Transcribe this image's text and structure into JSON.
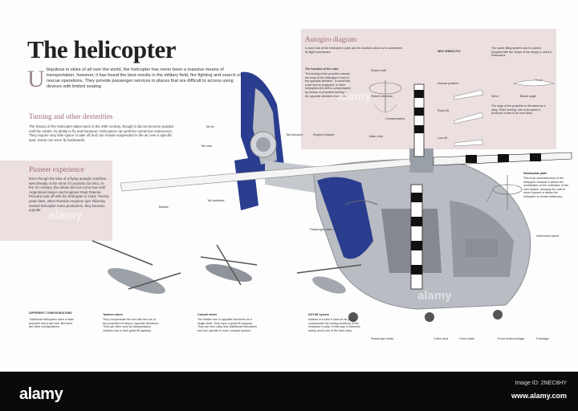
{
  "title": "The helicopter",
  "intro": "biquitous in skies of all over the world, the helicopter has never been a massive means of transportation, however, it has found the best results in the military field, fire fighting and search or rescue operations. They provide passenger services in places that are difficult to access using devices with limited seating.",
  "intro_dropcap": "U",
  "turning": {
    "heading": "Turning and other dexterities",
    "text": "The history of the helicopter dates back to the 20th century, though it did not become popular until the 1940s. Its ability to fly and transport, helicopters can perform numerous maneuvers. They require very little space to take off and can remain suspended in the air over a specific spot. Some can even fly backwards."
  },
  "pioneer": {
    "heading": "Pioneer experience",
    "text": "Even though the idea of a flying autogiro machine was already in the mind of Leonardo da Vinci, in the XV century, the dream did not come true until Argentinian lawyer and engineer Raúl Pateras Pescara took off with his helicopter in 1919. Twenty years later, when Russian engineer Igor Sikorsky started helicopter mass production, they became popular."
  },
  "autogiro": {
    "heading": "Autogiro diagram",
    "intro": "A close look at the helicopter's parts and its functions allow us to understand its flight mechanism.",
    "rotor_heading": "The function of the rotor",
    "rotor_text": "The turning of the propeller causes the body of the helicopter to turn in the opposite direction. To avoid this, a tail rotor is employed. In other helicopters the drift is compensated by means of propellers turning in the opposite direction of air cells.",
    "wings_heading": "WHY WINGS FLY",
    "wings_text": "The same lifting system used in planes (inspired with the shape of the wings) is used in helicopters.",
    "diagram_labels": [
      "Rotor's drift",
      "Rotor's direction",
      "Compensation",
      "Normal position",
      "Rotor lift",
      "Low lift",
      "Wind",
      "Blade angle",
      "Chord"
    ],
    "edge_text": "The edge of the propeller is the same as a wing. When turning, due to its speed it produces a flow of air over them."
  },
  "parts": [
    "Tail fin",
    "Tail rotor",
    "Tail structure",
    "Engine exhaust",
    "Main rotor",
    "Tail stabilizer",
    "Blades",
    "Passenger cabin door",
    "Instrument panel",
    "Passenger seats",
    "Cabin door",
    "Crew seats",
    "Front undercarriage",
    "Fuselage"
  ],
  "swashplate": {
    "heading": "Swashplate plate",
    "text": "This is an essential piece of the helicopter because it allows the modification of the inclination of the rotor blades, allowing the craft to move forward or allows the helicopter to remain stationary."
  },
  "configs": {
    "heading": "DIFFERENT CONFIGURATIONS",
    "text": "Traditional helicopters have a main propeller and a tail rotor. But there are other configurations.",
    "tandem": {
      "title": "Tandem rotors",
      "text": "They compensate the turn with the use of two propellers turning in opposite directions. They are often used as transportation vehicles due to their great lift capacity."
    },
    "coaxial": {
      "title": "Coaxial rotors",
      "text": "The blades turn in opposite directions on a single shaft. They have a great lift capacity. They are less noisy than traditional helicopters and can operate in more compact spaces."
    },
    "notar": {
      "title": "NOTAR system",
      "text": "Instead of a rotor it uses an air jet to compensate the turning tendency of the helicopter's body. In this way, it improves safety and is one of the less noisy."
    }
  },
  "watermark": "alamy",
  "footer": {
    "brand": "alamy",
    "image_id": "Image ID: 2NEC8HY",
    "url": "www.alamy.com"
  },
  "colors": {
    "section_pink": "#ecdfe0",
    "heading_rose": "#9c6b73",
    "helicopter_blue": "#2a3d8f",
    "helicopter_grey": "#b9bcc2",
    "footer_black": "#0a0a0a"
  }
}
